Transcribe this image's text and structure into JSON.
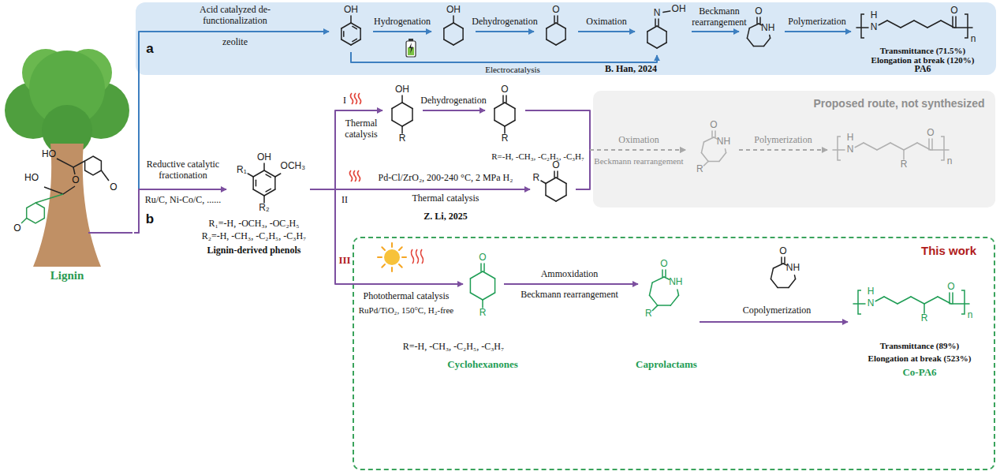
{
  "diagram": {
    "nodes": [
      {
        "text": [
          "HO",
          "HO",
          "O",
          "O",
          "O",
          "Lignin"
        ]
      },
      {
        "text": [
          "a"
        ]
      },
      {
        "text": [
          "OH"
        ],
        "in": 1
      },
      {
        "text": [
          "OH"
        ],
        "in": 1
      },
      {
        "text": [
          "O"
        ],
        "in": 1
      },
      {
        "text": [
          "OH",
          "N"
        ],
        "in": 1
      },
      {
        "text": [
          "O",
          "NH"
        ],
        "in": 1
      },
      {
        "text": [
          "H",
          "N",
          "O",
          "n"
        ],
        "in": 1
      },
      {
        "text": [
          "OH",
          "OCH₃",
          "R₁",
          "R₂"
        ]
      },
      {
        "text": [
          "OH",
          "R"
        ]
      },
      {
        "text": [
          "O",
          "R"
        ]
      },
      {
        "text": [
          "O",
          "R"
        ]
      },
      {
        "text": [
          "Proposed route, not synthesized"
        ]
      },
      {
        "text": [
          "O",
          "NH",
          "R"
        ],
        "in": 12
      },
      {
        "text": [
          "H",
          "N",
          "O",
          "R",
          "n"
        ],
        "in": 12
      },
      {
        "text": [
          "This work"
        ]
      },
      {
        "text": [
          "O",
          "R"
        ],
        "in": 15
      },
      {
        "text": [
          "O",
          "NH",
          "R"
        ],
        "in": 15
      },
      {
        "text": [
          "O",
          "NH"
        ],
        "in": 15
      },
      {
        "text": [
          "H",
          "N",
          "O",
          "R",
          "n"
        ],
        "in": 15
      }
    ],
    "edges": [
      {
        "from": 0,
        "to": 2,
        "arrow": "to",
        "label": "Acid catalyzed de-functionalization"
      },
      {
        "from": 2,
        "to": 3,
        "arrow": "to",
        "label": "Hydrogenation"
      },
      {
        "from": 3,
        "to": 4,
        "arrow": "to",
        "label": "Dehydrogenation"
      },
      {
        "from": 4,
        "to": 5,
        "arrow": "to",
        "label": "Oximation"
      },
      {
        "from": 5,
        "to": 6,
        "arrow": "to",
        "label": "Beckmann rearrangement"
      },
      {
        "from": 6,
        "to": 7,
        "arrow": "to",
        "label": "Polymerization"
      },
      {
        "from": 2,
        "to": 5,
        "arrow": "to",
        "label": "Electrocatalysis"
      },
      {
        "from": 0,
        "to": 8,
        "arrow": "to",
        "label": "Reductive catalytic fractionation"
      },
      {
        "from": 8,
        "to": 9,
        "arrow": "to",
        "label": "Thermal catalysis"
      },
      {
        "from": 9,
        "to": 10,
        "arrow": "to",
        "label": "Dehydrogenation"
      },
      {
        "from": 8,
        "to": 11,
        "arrow": "to",
        "label": "Thermal catalysis"
      },
      {
        "from": 10,
        "to": 13,
        "arrow": "to",
        "label": "Oximation"
      },
      {
        "from": 11,
        "to": 13,
        "arrow": "to"
      },
      {
        "from": 13,
        "to": 14,
        "arrow": "to",
        "label": "Polymerization"
      },
      {
        "from": 8,
        "to": 16,
        "arrow": "to",
        "label": "Photothermal catalysis"
      },
      {
        "from": 16,
        "to": 17,
        "arrow": "to",
        "label": "Ammoxidation"
      },
      {
        "from": 17,
        "to": 19,
        "arrow": "to",
        "label": "Copolymerization"
      }
    ],
    "labels": [
      "b",
      "zeolite",
      "B. Han, 2024",
      "Transmittance (71.5%)",
      "Elongation at break (120%)",
      "PA6",
      "Ru/C, Ni-Co/C, ......",
      "R₁=-H, -OCH₃, -OC₂H₅",
      "R₂=-H, -CH₃, -C₂H₅, -C₃H₇",
      "Lignin-derived phenols",
      "I",
      "R=-H, -CH₃, -C₂H₅, -C₃H₇",
      "II",
      "Pd-Cl/ZrO₂, 200-240 °C, 2 MPa H₂",
      "Z. Li, 2025",
      "Beckmann rearrangement",
      "III",
      "RuPd/TiO₂, 150°C, H₂-free",
      "R=-H, -CH₃, -C₂H₅, -C₃H₇",
      "Cyclohexanones",
      "Beckmann rearrangement",
      "Caprolactams",
      "Transmittance (89%)",
      "Elongation at break (523%)",
      "Co-PA6"
    ]
  }
}
